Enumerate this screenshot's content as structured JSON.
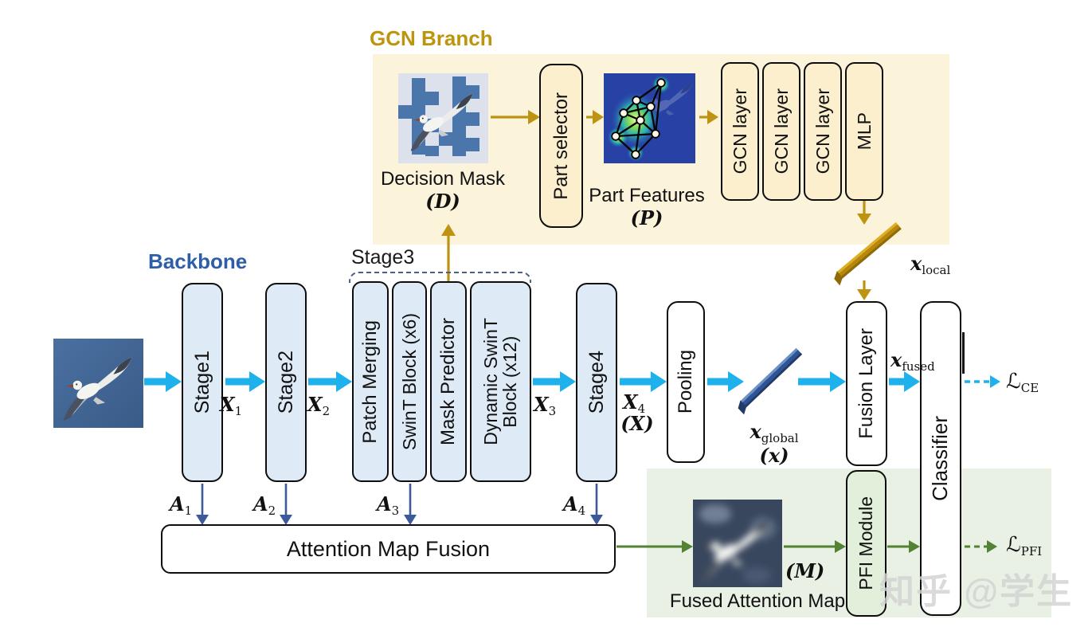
{
  "titles": {
    "gcn_branch": "GCN Branch",
    "backbone": "Backbone",
    "stage3": "Stage3"
  },
  "gcn": {
    "decision_mask_label": "Decision Mask",
    "decision_mask_symbol": "(D)",
    "part_selector": "Part selector",
    "part_features_label": "Part Features",
    "part_features_symbol": "(P)",
    "gcn_layer_1": "GCN layer",
    "gcn_layer_2": "GCN layer",
    "gcn_layer_3": "GCN layer",
    "mlp": "MLP"
  },
  "backbone": {
    "stage1": "Stage1",
    "stage2": "Stage2",
    "stage3_blocks": {
      "patch_merging": "Patch Merging",
      "swint_block": "SwinT Block (x6)",
      "mask_predictor": "Mask Predictor",
      "dynamic_swint": "Dynamic SwinT\nBlock (x12)"
    },
    "stage4": "Stage4",
    "pooling": "Pooling"
  },
  "fusion": {
    "fusion_layer": "Fusion Layer",
    "classifier": "Classifier"
  },
  "attention": {
    "amf": "Attention Map Fusion",
    "fused_map_label": "Fused Attention Map",
    "fused_map_symbol": "(M)",
    "pfi": "PFI Module"
  },
  "math": {
    "x1": {
      "base": "X",
      "sub": "1"
    },
    "x2": {
      "base": "X",
      "sub": "2"
    },
    "x3": {
      "base": "X",
      "sub": "3"
    },
    "x4": {
      "base": "X",
      "sub": "4"
    },
    "x4_paren": "(X)",
    "a1": {
      "base": "A",
      "sub": "1"
    },
    "a2": {
      "base": "A",
      "sub": "2"
    },
    "a3": {
      "base": "A",
      "sub": "3"
    },
    "a4": {
      "base": "A",
      "sub": "4"
    },
    "x_global": {
      "base": "x",
      "sub": "global"
    },
    "x_global_paren": "(x)",
    "x_local": {
      "base": "x",
      "sub": "local"
    },
    "x_fused": {
      "base": "x",
      "sub": "fused"
    },
    "loss_ce": {
      "base": "ℒ",
      "sub": "CE"
    },
    "loss_pfi": {
      "base": "ℒ",
      "sub": "PFI"
    }
  },
  "watermark": "知乎 @学生",
  "colors": {
    "flow_cyan": "#1EB1EC",
    "gcn_gold": "#BE9311",
    "attention_navy": "#3C5A99",
    "pfi_green": "#548235",
    "panel_yellow": "#FCF3DB",
    "panel_green": "#E9F1E5",
    "box_blue": "#DEEAF6",
    "box_cream": "#FBEFCE",
    "box_green": "#E2EFDA",
    "bar_gold": "#B8860B",
    "bar_blue": "#2F5496",
    "title_gold": "#BD950C",
    "title_blue": "#2F5EA8"
  }
}
